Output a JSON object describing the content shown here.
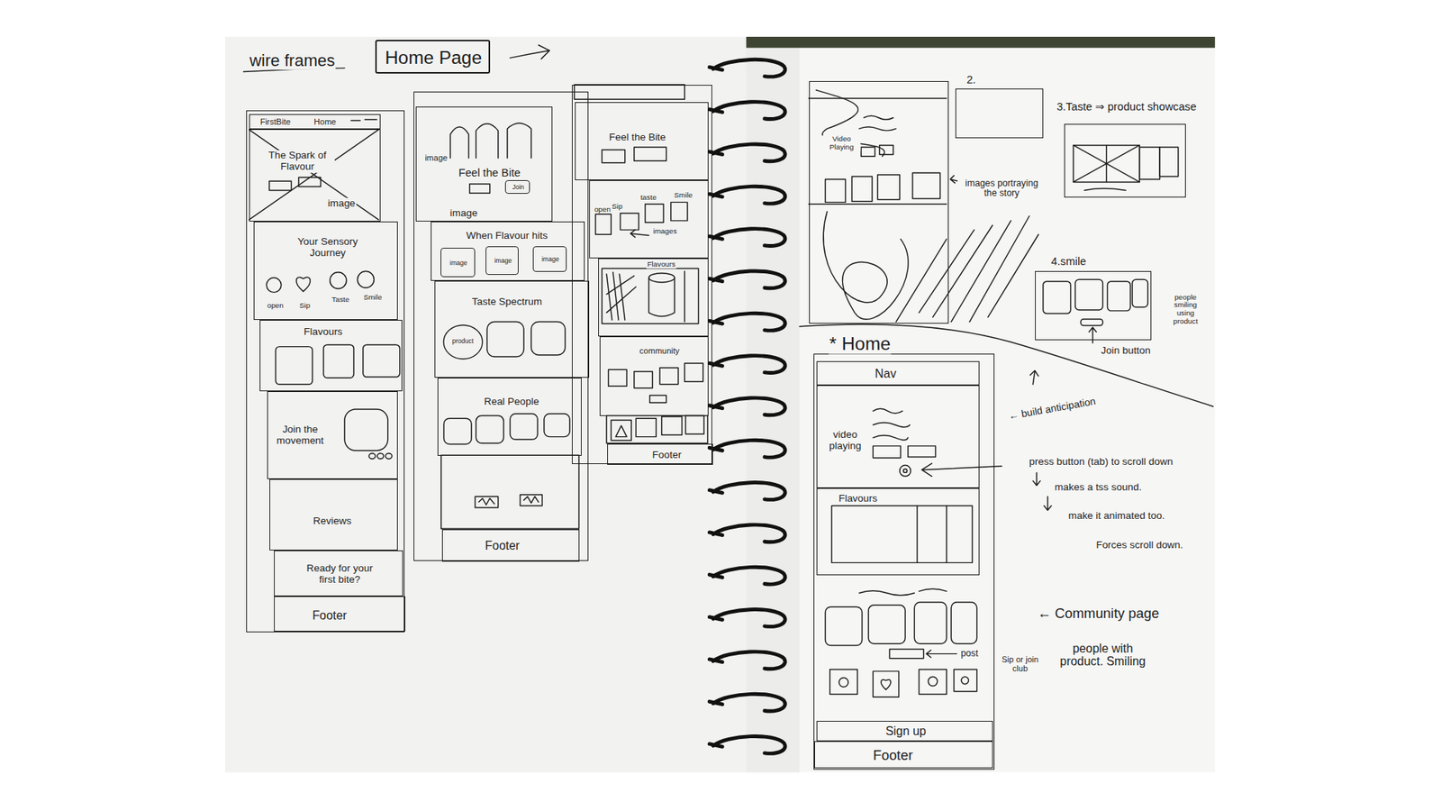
{
  "diagram": {
    "nodes": [
      {
        "text": [
          "Home Page"
        ]
      },
      {
        "text": []
      },
      {
        "text": [
          "FirstBite",
          "Home"
        ],
        "in": 1
      },
      {
        "text": [
          "The Spark of Flavour",
          "image"
        ],
        "in": 1
      },
      {
        "text": [
          "Your Sensory Journey",
          "open",
          "Sip",
          "Taste",
          "Smile"
        ],
        "in": 1
      },
      {
        "text": [
          "Flavours"
        ],
        "in": 1
      },
      {
        "text": [
          "Join the movement"
        ],
        "in": 1
      },
      {
        "text": [
          "Reviews"
        ],
        "in": 1
      },
      {
        "text": [
          "Ready for your first bite?"
        ],
        "in": 1
      },
      {
        "text": [
          "Footer"
        ],
        "in": 1
      },
      {
        "text": []
      },
      {
        "text": [
          "image",
          "Feel the Bite",
          "image"
        ],
        "in": 10
      },
      {
        "text": [
          "Join"
        ],
        "in": 11
      },
      {
        "text": [
          "When Flavour hits"
        ],
        "in": 10
      },
      {
        "text": [
          "image"
        ],
        "in": 13
      },
      {
        "text": [
          "image"
        ],
        "in": 13
      },
      {
        "text": [
          "image"
        ],
        "in": 13
      },
      {
        "text": [
          "Taste Spectrum"
        ],
        "in": 10
      },
      {
        "text": [
          "product"
        ],
        "in": 17
      },
      {
        "text": [
          "Real People"
        ],
        "in": 10
      },
      {
        "text": [
          "Footer"
        ],
        "in": 10
      },
      {
        "text": []
      },
      {
        "text": [
          "Feel the Bite"
        ],
        "in": 21
      },
      {
        "text": [
          "open",
          "Sip",
          "taste",
          "Smile",
          "images"
        ],
        "in": 21
      },
      {
        "text": [
          "Flavours"
        ],
        "in": 21
      },
      {
        "text": [
          "community"
        ],
        "in": 21
      },
      {
        "text": [
          "Footer"
        ],
        "in": 21
      },
      {
        "text": [
          "Video Playing"
        ]
      },
      {
        "text": [
          "2."
        ]
      },
      {
        "text": [
          "3.Taste ⇒ product showcase"
        ]
      },
      {
        "text": [
          "4.smile"
        ]
      },
      {
        "text": [
          "* Home"
        ]
      },
      {
        "text": [
          "Nav"
        ],
        "in": 31
      },
      {
        "text": [
          "video playing"
        ],
        "in": 31
      },
      {
        "text": [
          "Flavours"
        ],
        "in": 31
      },
      {
        "text": [
          "Sign up"
        ],
        "in": 31
      },
      {
        "text": [
          "Footer"
        ],
        "in": 31
      }
    ],
    "labels": [
      "wire frames",
      "images portraying the story",
      "people smiling using product",
      "Join button",
      "← build anticipation",
      "press button (tab) to scroll down",
      "makes a tss sound.",
      "make it animated too.",
      "Forces scroll down.",
      "← Community page",
      "post",
      "Sip or join club",
      "people with product. Smiling"
    ]
  }
}
